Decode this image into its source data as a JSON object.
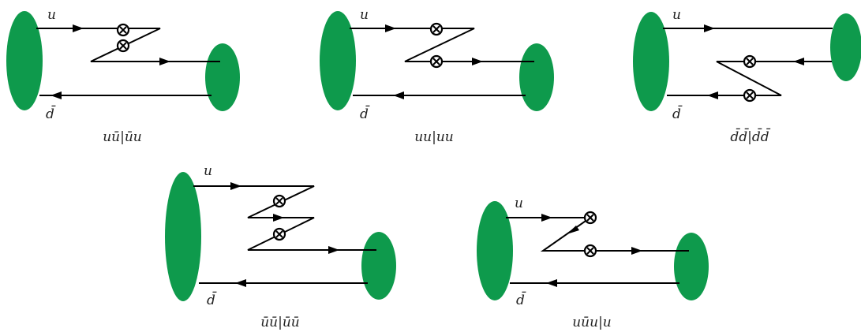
{
  "colors": {
    "blob": "#0e9a4c",
    "line": "#000000"
  },
  "diagrams": [
    {
      "quark_top": "u",
      "quark_bottom": "d̄",
      "caption": "uū|ūu"
    },
    {
      "quark_top": "u",
      "quark_bottom": "d̄",
      "caption": "uu|uu"
    },
    {
      "quark_top": "u",
      "quark_bottom": "d̄",
      "caption": "d̄d̄|d̄d̄"
    },
    {
      "quark_top": "u",
      "quark_bottom": "d̄",
      "caption": "ūū|ūū"
    },
    {
      "quark_top": "u",
      "quark_bottom": "d̄",
      "caption": "uūu|u"
    }
  ]
}
